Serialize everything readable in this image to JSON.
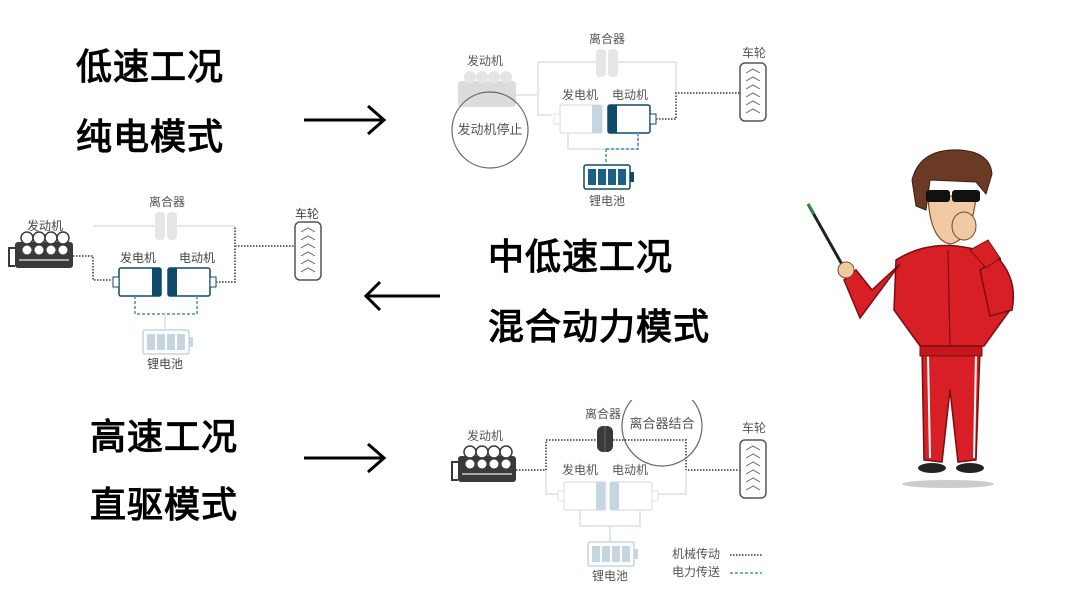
{
  "modes": [
    {
      "condition": "低速工况",
      "mode": "纯电模式",
      "arrow_direction": "right",
      "diagram": {
        "engine": "发动机",
        "clutch": "离合器",
        "generator": "发电机",
        "motor": "电动机",
        "wheel": "车轮",
        "battery": "锂电池",
        "callout": "发动机停止",
        "engine_active": false,
        "generator_active": false,
        "motor_active": true,
        "battery_active": true,
        "clutch_engaged": false
      }
    },
    {
      "condition": "中低速工况",
      "mode": "混合动力模式",
      "arrow_direction": "left",
      "diagram": {
        "engine": "发动机",
        "clutch": "离合器",
        "generator": "发电机",
        "motor": "电动机",
        "wheel": "车轮",
        "battery": "锂电池",
        "engine_active": true,
        "generator_active": true,
        "motor_active": true,
        "battery_active": false,
        "clutch_engaged": false
      }
    },
    {
      "condition": "高速工况",
      "mode": "直驱模式",
      "arrow_direction": "right",
      "diagram": {
        "engine": "发动机",
        "clutch": "离合器",
        "generator": "发电机",
        "motor": "电动机",
        "wheel": "车轮",
        "battery": "锂电池",
        "callout": "离合器结合",
        "engine_active": true,
        "generator_active": false,
        "motor_active": false,
        "battery_active": false,
        "clutch_engaged": true
      }
    }
  ],
  "legend": {
    "mechanical": "机械传动",
    "electrical": "电力传送"
  },
  "arrows": {
    "right": "→",
    "left": "←"
  },
  "colors": {
    "active_dark": "#0d4a6b",
    "inactive_light": "#c6d6e0",
    "engine_dark": "#3a3a3a",
    "suit_red": "#d81f26"
  }
}
